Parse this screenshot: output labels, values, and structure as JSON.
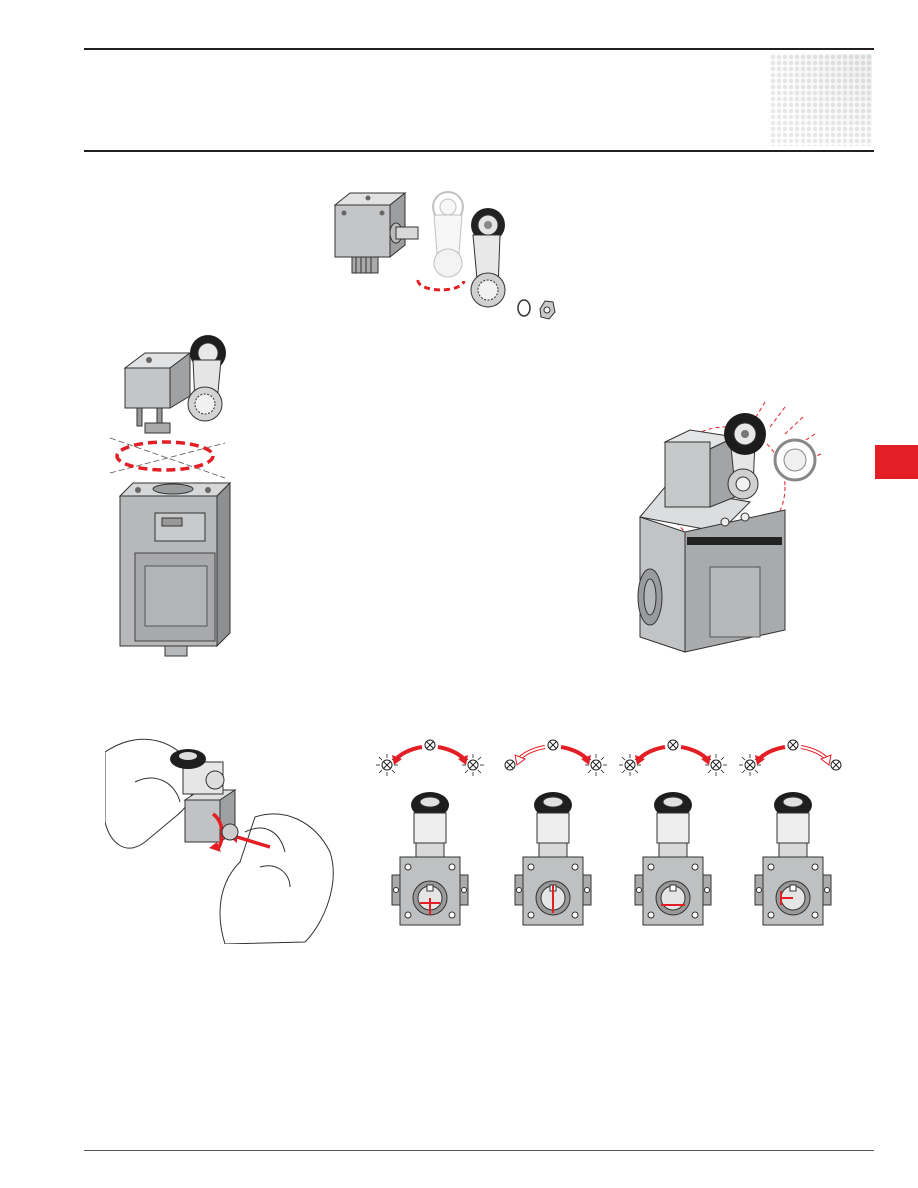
{
  "colors": {
    "accent": "#e31e24",
    "rule": "#231f20",
    "metal": "#bdbec0",
    "metal_dark": "#8a8b8d",
    "roller": "#1e1e1e"
  },
  "icons": {
    "lamp": "lamp-crossed-circle-icon",
    "arrow": "red-arc-arrow-icon",
    "tab": "section-tab-icon"
  },
  "positions": [
    {
      "left_arrow": "filled",
      "right_arrow": "filled",
      "left_lamp": "lit",
      "right_lamp": "lit"
    },
    {
      "left_arrow": "outline",
      "right_arrow": "filled",
      "left_lamp": "unlit",
      "right_lamp": "lit"
    },
    {
      "left_arrow": "filled",
      "right_arrow": "filled",
      "left_lamp": "lit",
      "right_lamp": "lit"
    },
    {
      "left_arrow": "filled",
      "right_arrow": "outline",
      "left_lamp": "lit",
      "right_lamp": "unlit"
    }
  ]
}
